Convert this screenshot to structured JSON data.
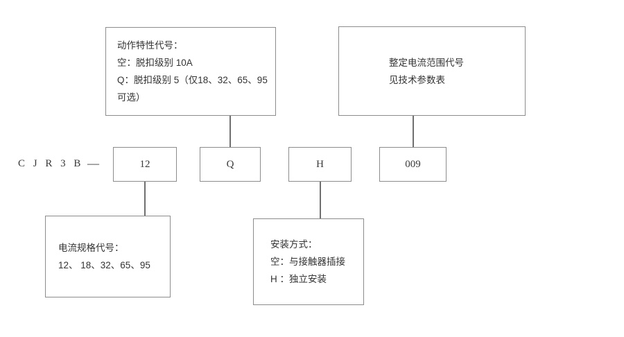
{
  "diagram": {
    "title": "CJR3B Model Designation Breakdown",
    "model_prefix": "C J R 3 B",
    "separator": "—",
    "line_color": "#8c8c8c",
    "text_color": "#333333",
    "background": "#ffffff"
  },
  "code_boxes": [
    {
      "id": "current-spec",
      "value": "12"
    },
    {
      "id": "action-characteristic",
      "value": "Q"
    },
    {
      "id": "mounting-type",
      "value": "H"
    },
    {
      "id": "setting-current-range",
      "value": "009"
    }
  ],
  "notes": [
    {
      "id": "action-characteristic-note",
      "lines": [
        "动作特性代号：",
        "空：脱扣级别 10A",
        "Q：脱扣级别 5（仅18、32、65、95",
        "可选）"
      ]
    },
    {
      "id": "setting-current-range-note",
      "lines": [
        "整定电流范围代号",
        "见技术参数表"
      ]
    },
    {
      "id": "current-spec-note",
      "lines": [
        "电流规格代号：",
        "12、 18、32、65、95"
      ]
    },
    {
      "id": "mounting-type-note",
      "lines": [
        "安装方式：",
        "空：与接触器插接",
        "H ：独立安装"
      ]
    }
  ]
}
